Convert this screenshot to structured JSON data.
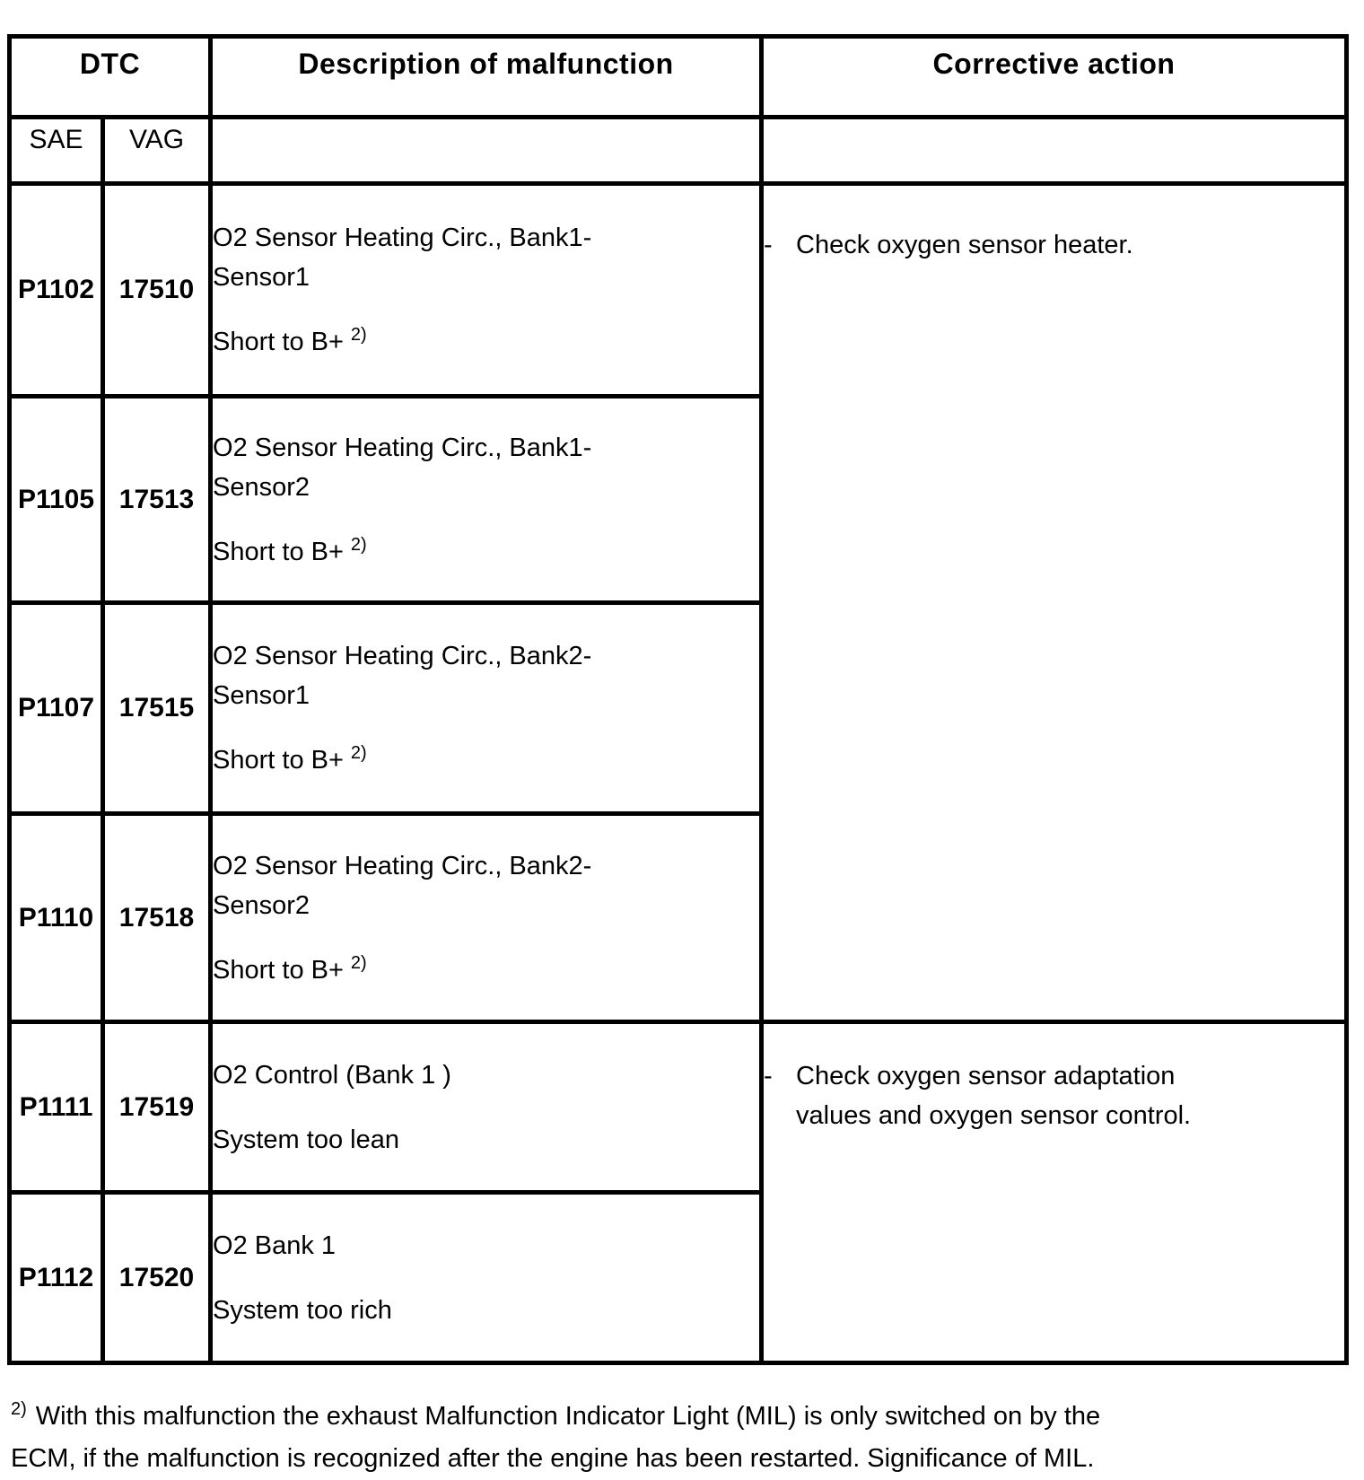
{
  "colors": {
    "text": "#000000",
    "background": "#ffffff",
    "border": "#000000"
  },
  "header": {
    "dtc": "DTC",
    "sae": "SAE",
    "vag": "VAG",
    "description": "Description of malfunction",
    "corrective": "Corrective action"
  },
  "rows": [
    {
      "sae": "P1102",
      "vag": "17510",
      "desc_line1": "O2 Sensor Heating Circ., Bank1-",
      "desc_line2": "Sensor1",
      "cond": "Short to B+",
      "cond_sup": "2)"
    },
    {
      "sae": "P1105",
      "vag": "17513",
      "desc_line1": "O2 Sensor Heating Circ., Bank1-",
      "desc_line2": "Sensor2",
      "cond": "Short to B+",
      "cond_sup": "2)"
    },
    {
      "sae": "P1107",
      "vag": "17515",
      "desc_line1": "O2 Sensor Heating Circ., Bank2-",
      "desc_line2": "Sensor1",
      "cond": "Short to B+",
      "cond_sup": "2)"
    },
    {
      "sae": "P1110",
      "vag": "17518",
      "desc_line1": "O2 Sensor Heating Circ., Bank2-",
      "desc_line2": "Sensor2",
      "cond": "Short to B+",
      "cond_sup": "2)"
    },
    {
      "sae": "P1111",
      "vag": "17519",
      "desc_line1": "O2 Control (Bank 1 )",
      "desc_line2": "",
      "cond": "System too lean",
      "cond_sup": ""
    },
    {
      "sae": "P1112",
      "vag": "17520",
      "desc_line1": "O2 Bank 1",
      "desc_line2": "",
      "cond": "System too rich",
      "cond_sup": ""
    }
  ],
  "corrective": [
    {
      "dash": "-",
      "line1": "Check oxygen sensor heater.",
      "line2": ""
    },
    {
      "dash": "-",
      "line1": "Check oxygen sensor adaptation",
      "line2": "values and oxygen sensor control."
    }
  ],
  "footnote": {
    "marker": "2)",
    "line1": "With this malfunction the exhaust Malfunction Indicator Light (MIL) is only switched on by the",
    "line2": "ECM, if the malfunction is recognized after the engine has been restarted. Significance of MIL."
  }
}
